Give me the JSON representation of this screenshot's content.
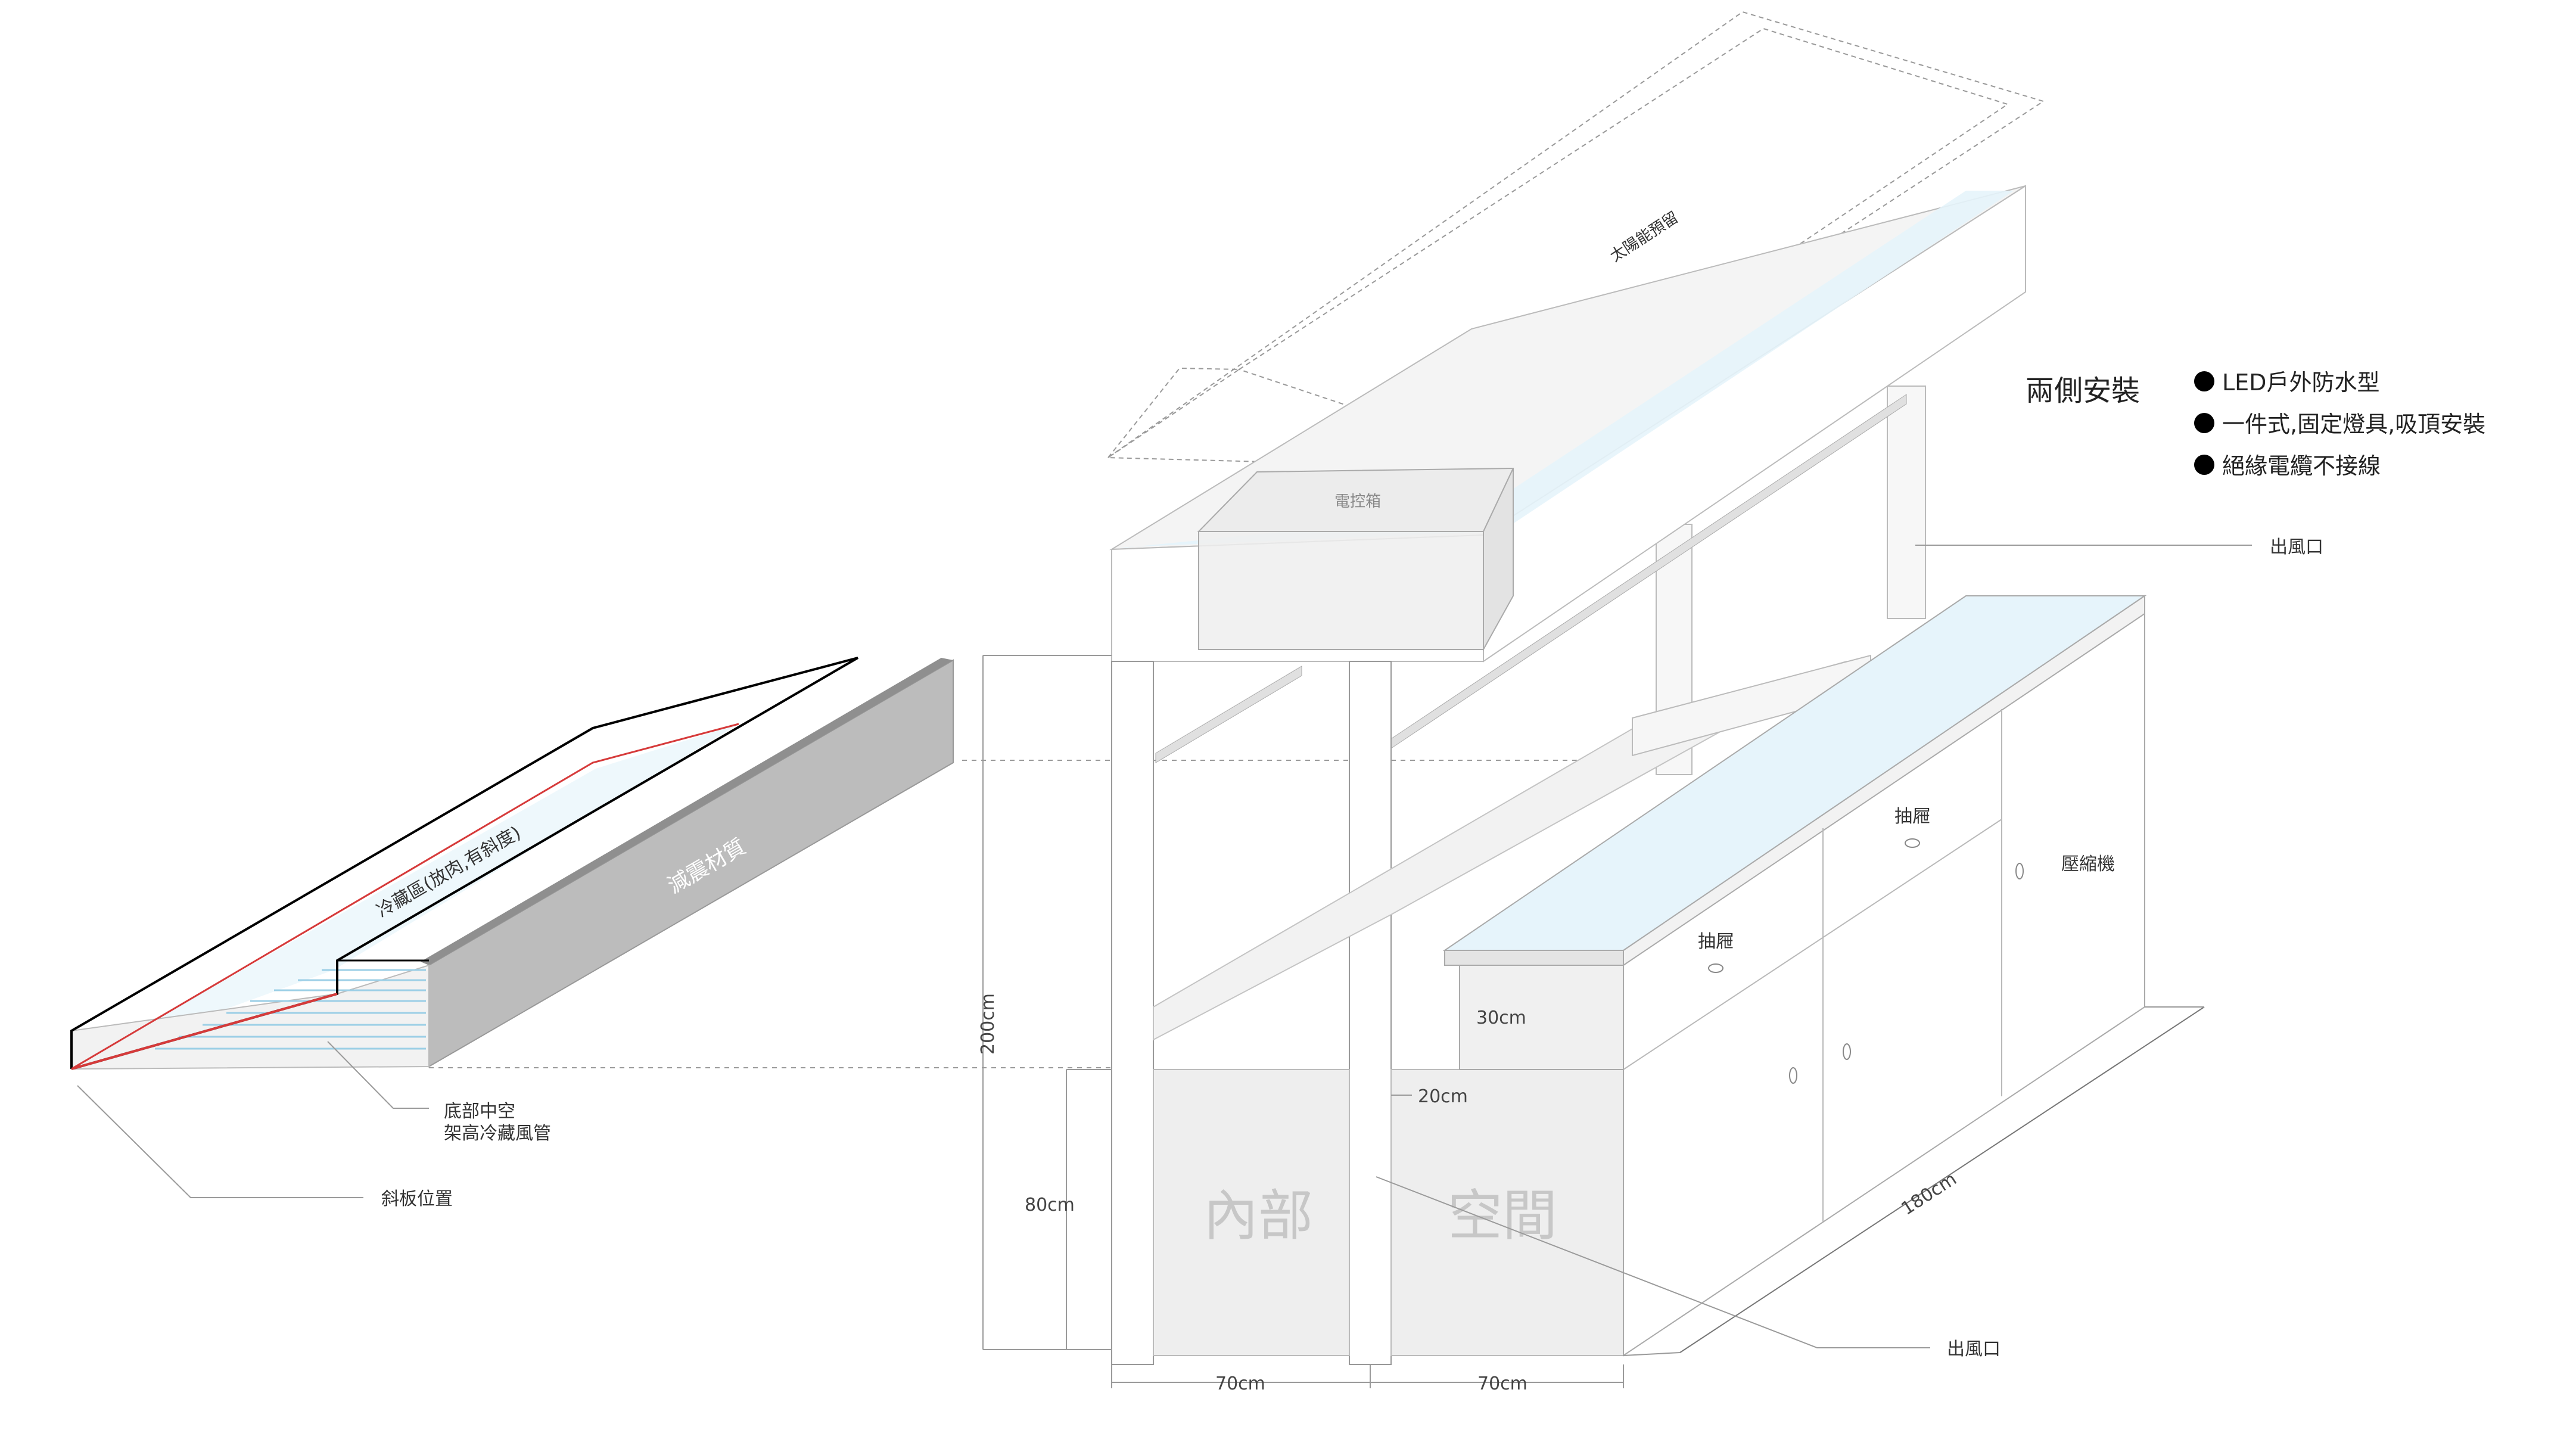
{
  "labels": {
    "solar": "太陽能預留",
    "control_box": "電控箱",
    "cold_zone": "冷藏區(放肉,有斜度)",
    "damping": "減震材質",
    "hollow_line1": "底部中空",
    "hollow_line2": "架高冷藏風管",
    "slope_position": "斜板位置",
    "outlet_top": "出風口",
    "outlet_bottom": "出風口",
    "drawer_a": "抽屜",
    "drawer_b": "抽屜",
    "compressor": "壓縮機",
    "interior_left": "內部",
    "interior_right": "空間"
  },
  "install": {
    "title": "兩側安裝",
    "bullets": [
      "LED戶外防水型",
      "一件式,固定燈具,吸頂安裝",
      "絕緣電纜不接線"
    ]
  },
  "dimensions": {
    "height_total": "200cm",
    "height_lower": "80cm",
    "counter_height": "30cm",
    "counter_gap": "20cm",
    "depth": "180cm",
    "width_left": "70cm",
    "width_right": "70cm"
  },
  "colors": {
    "outline": "#000000",
    "red_line": "#d63a3a",
    "grey_panel": "#bdbdbd",
    "blue_tint": "#e6f4fb",
    "light_fill": "#f3f3f3"
  }
}
